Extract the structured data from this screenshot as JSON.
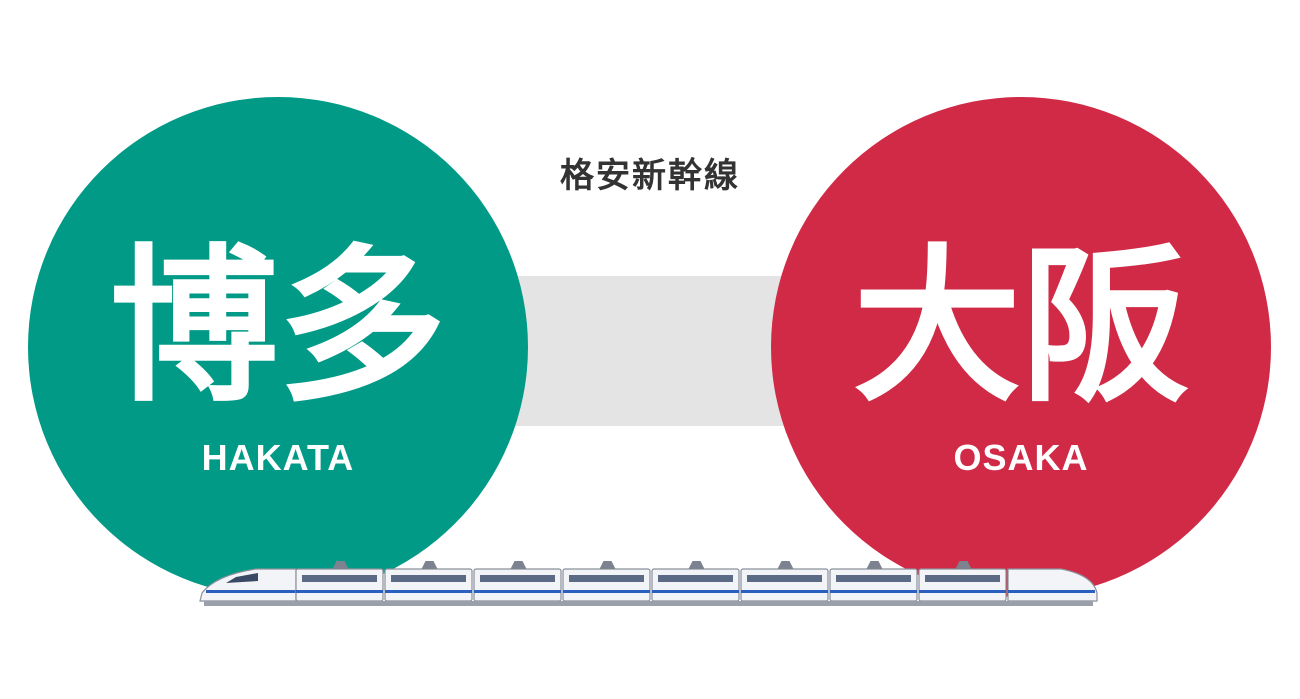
{
  "title": "格安新幹線",
  "departure": {
    "kanji": "博多",
    "romaji": "HAKATA",
    "color": "#009a87"
  },
  "arrival": {
    "kanji": "大阪",
    "romaji": "OSAKA",
    "color": "#d02a47"
  },
  "connector_color": "#e4e4e4",
  "train": {
    "icon": "shinkansen-train-icon",
    "cars": 10,
    "body_color": "#f2f4f7",
    "stripe_color": "#2a5fbf"
  }
}
